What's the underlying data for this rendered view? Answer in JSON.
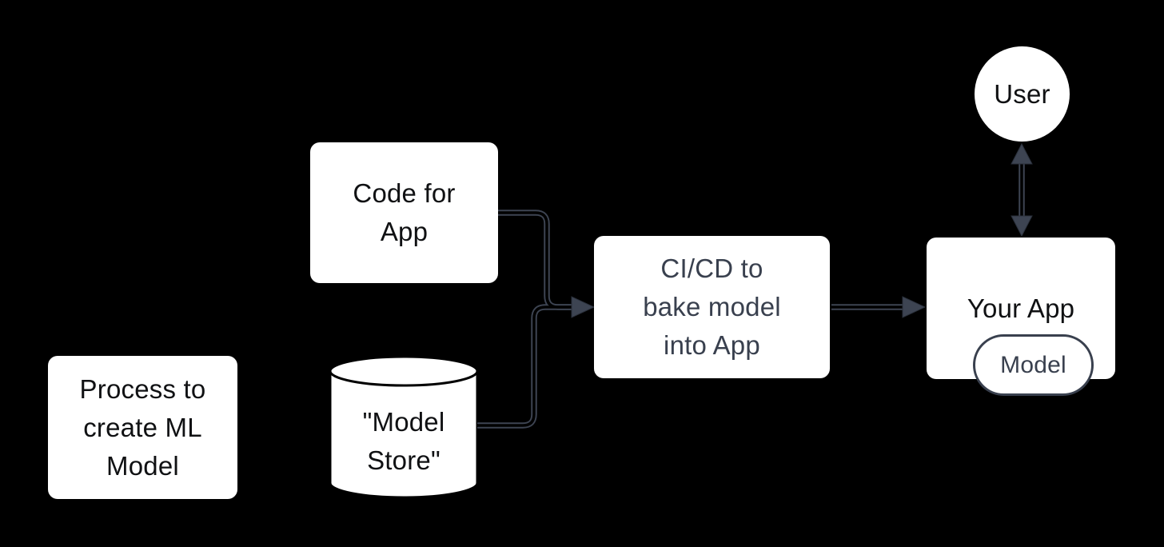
{
  "diagram": {
    "background_color": "#000000",
    "node_fill_color": "#ffffff",
    "edge_color": "#3d4452",
    "nodes": {
      "process": {
        "label": "Process to\ncreate ML\nModel",
        "shape": "rounded-rectangle",
        "text_color": "#101113"
      },
      "code": {
        "label": "Code for\nApp",
        "shape": "rounded-rectangle",
        "text_color": "#101113"
      },
      "model_store": {
        "label": "\"Model\nStore\"",
        "shape": "database-cylinder",
        "text_color": "#101113",
        "outline_color": "#000000"
      },
      "cicd": {
        "label": "CI/CD to\nbake model\ninto App",
        "shape": "rounded-rectangle",
        "text_color": "#39404e"
      },
      "app": {
        "label": "Your App",
        "shape": "rounded-rectangle",
        "text_color": "#101113"
      },
      "model_pill": {
        "label": "Model",
        "shape": "pill",
        "text_color": "#39404e",
        "outline_color": "#39404e"
      },
      "user": {
        "label": "User",
        "shape": "circle",
        "text_color": "#101113"
      }
    },
    "edges": [
      {
        "from": "code",
        "to": "cicd",
        "style": "elbow-double-line",
        "arrow": "single-solid-right"
      },
      {
        "from": "model_store",
        "to": "cicd",
        "style": "elbow-double-line",
        "arrow": "single-solid-right"
      },
      {
        "from": "cicd",
        "to": "app",
        "style": "straight-double-line",
        "arrow": "single-solid-right"
      },
      {
        "from": "user",
        "to": "app",
        "style": "straight-double-line",
        "arrow": "double-headed-vertical"
      }
    ]
  }
}
